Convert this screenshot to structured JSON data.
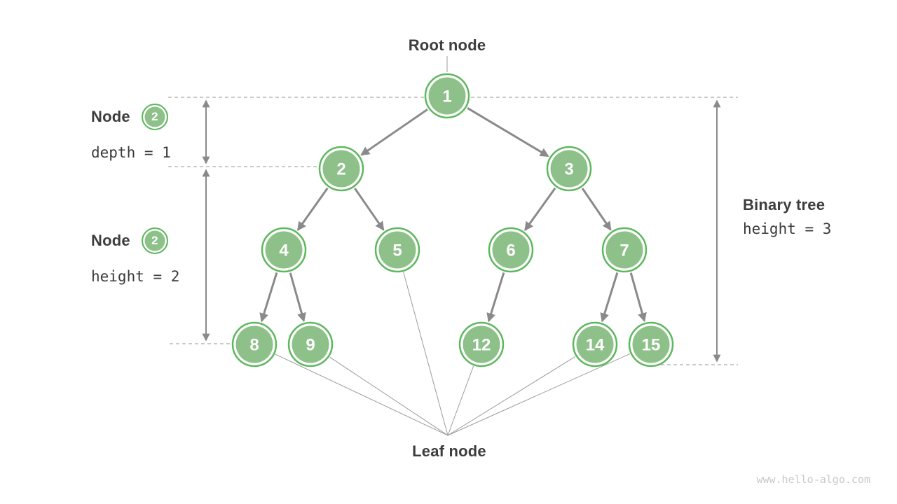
{
  "labels": {
    "root": "Root node",
    "leaf": "Leaf node",
    "watermark": "www.hello-algo.com"
  },
  "annotations": {
    "depth": {
      "title": "Node",
      "badge": "2",
      "text": "depth = 1"
    },
    "height": {
      "title": "Node",
      "badge": "2",
      "text": "height = 2"
    },
    "tree": {
      "title": "Binary tree",
      "text": "height = 3"
    }
  },
  "tree": {
    "nodes": [
      {
        "label": "1"
      },
      {
        "label": "2"
      },
      {
        "label": "3"
      },
      {
        "label": "4"
      },
      {
        "label": "5"
      },
      {
        "label": "6"
      },
      {
        "label": "7"
      },
      {
        "label": "8"
      },
      {
        "label": "9"
      },
      {
        "label": "12"
      },
      {
        "label": "14"
      },
      {
        "label": "15"
      }
    ],
    "edges": [
      [
        "1",
        "2"
      ],
      [
        "1",
        "3"
      ],
      [
        "2",
        "4"
      ],
      [
        "2",
        "5"
      ],
      [
        "3",
        "6"
      ],
      [
        "3",
        "7"
      ],
      [
        "4",
        "8"
      ],
      [
        "4",
        "9"
      ],
      [
        "6",
        "12"
      ],
      [
        "7",
        "14"
      ],
      [
        "7",
        "15"
      ]
    ],
    "leaf_nodes": [
      "8",
      "9",
      "5",
      "12",
      "14",
      "15"
    ]
  },
  "colors": {
    "node_fill": "#8EC08A",
    "node_stroke": "#5CB85C",
    "edge": "#8A8A8A",
    "text": "#3D3D3D",
    "dashed_guide": "#ABABAB",
    "thin_line": "#9B9B9B",
    "watermark": "#C8C8C8"
  }
}
